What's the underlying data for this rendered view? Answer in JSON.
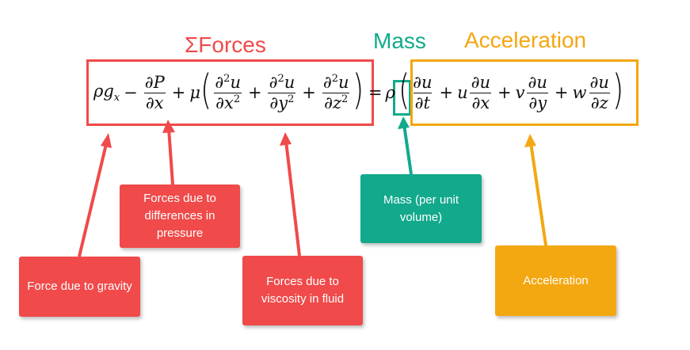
{
  "colors": {
    "forces": "#f04a4a",
    "mass": "#12a98c",
    "acceleration": "#f3a711"
  },
  "titles": {
    "forces": "ΣForces",
    "mass": "Mass",
    "acceleration": "Acceleration"
  },
  "callouts": {
    "gravity": "Force due to gravity",
    "pressure": "Forces due to differences in pressure",
    "viscosity": "Forces due to viscosity in fluid",
    "mass": "Mass (per unit volume)",
    "acceleration": "Acceleration"
  }
}
